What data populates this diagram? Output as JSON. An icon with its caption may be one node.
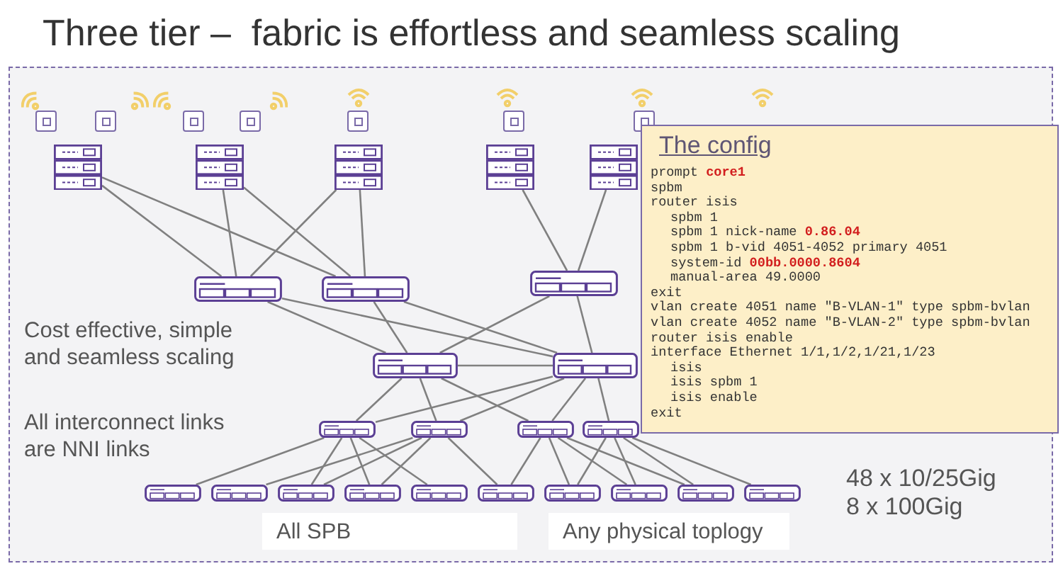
{
  "diagram": {
    "title": "Three tier –  fabric is effortless and seamless scaling",
    "nodes": [
      {
        "text": [],
        "shape": "box"
      },
      {
        "text": [],
        "shape": "box"
      },
      {
        "text": [],
        "shape": "box"
      },
      {
        "text": [],
        "shape": "box"
      },
      {
        "text": [],
        "shape": "box"
      },
      {
        "text": [],
        "shape": "box"
      },
      {
        "text": [],
        "shape": "box"
      },
      {
        "text": [],
        "shape": "box"
      },
      {
        "text": [],
        "shape": "box"
      },
      {
        "text": [],
        "shape": "box"
      },
      {
        "text": [],
        "shape": "box"
      },
      {
        "text": [],
        "shape": "box"
      },
      {
        "text": [],
        "shape": "box"
      },
      {
        "text": [],
        "shape": "box"
      },
      {
        "text": [],
        "shape": "box"
      },
      {
        "text": [],
        "shape": "box"
      },
      {
        "text": [],
        "shape": "box"
      },
      {
        "text": [],
        "shape": "box"
      },
      {
        "text": [],
        "shape": "box"
      },
      {
        "text": [],
        "shape": "box"
      },
      {
        "text": [],
        "shape": "box"
      },
      {
        "text": [],
        "shape": "box"
      },
      {
        "text": [],
        "shape": "box"
      },
      {
        "text": [],
        "shape": "box"
      },
      {
        "text": [
          "The config",
          "prompt **core1**",
          "spbm",
          "router isis",
          "spbm 1",
          "spbm 1 nick-name **0.86.04**",
          "spbm 1 b-vid 4051-4052 primary 4051",
          "system-id **00bb.0000.8604**",
          "manual-area 49.0000",
          "exit",
          "vlan create 4051 name \"B-VLAN-1\" type spbm-bvlan",
          "vlan create 4052 name \"B-VLAN-2\" type spbm-bvlan",
          "router isis enable",
          "interface Ethernet 1/1,1/2,1/21,1/23",
          "isis",
          "isis spbm 1",
          "isis enable",
          "exit"
        ]
      }
    ],
    "edges": [
      {
        "from": 0,
        "to": 5,
        "arrow": "none"
      },
      {
        "from": 0,
        "to": 6,
        "arrow": "none"
      },
      {
        "from": 1,
        "to": 5,
        "arrow": "none"
      },
      {
        "from": 1,
        "to": 6,
        "arrow": "none"
      },
      {
        "from": 2,
        "to": 5,
        "arrow": "none"
      },
      {
        "from": 2,
        "to": 6,
        "arrow": "none"
      },
      {
        "from": 3,
        "to": 7,
        "arrow": "none"
      },
      {
        "from": 4,
        "to": 7,
        "arrow": "none"
      },
      {
        "from": 5,
        "to": 8,
        "arrow": "none"
      },
      {
        "from": 5,
        "to": 9,
        "arrow": "none"
      },
      {
        "from": 6,
        "to": 8,
        "arrow": "none"
      },
      {
        "from": 6,
        "to": 9,
        "arrow": "none"
      },
      {
        "from": 7,
        "to": 8,
        "arrow": "none"
      },
      {
        "from": 7,
        "to": 9,
        "arrow": "none"
      },
      {
        "from": 8,
        "to": 9,
        "arrow": "none"
      },
      {
        "from": 8,
        "to": 10,
        "arrow": "none"
      },
      {
        "from": 8,
        "to": 11,
        "arrow": "none"
      },
      {
        "from": 8,
        "to": 12,
        "arrow": "none"
      },
      {
        "from": 9,
        "to": 10,
        "arrow": "none"
      },
      {
        "from": 9,
        "to": 11,
        "arrow": "none"
      },
      {
        "from": 9,
        "to": 12,
        "arrow": "none"
      },
      {
        "from": 9,
        "to": 13,
        "arrow": "none"
      },
      {
        "from": 10,
        "to": 14,
        "arrow": "none"
      },
      {
        "from": 10,
        "to": 16,
        "arrow": "none"
      },
      {
        "from": 10,
        "to": 17,
        "arrow": "none"
      },
      {
        "from": 10,
        "to": 18,
        "arrow": "none"
      },
      {
        "from": 11,
        "to": 15,
        "arrow": "none"
      },
      {
        "from": 11,
        "to": 16,
        "arrow": "none"
      },
      {
        "from": 11,
        "to": 17,
        "arrow": "none"
      },
      {
        "from": 11,
        "to": 19,
        "arrow": "none"
      },
      {
        "from": 12,
        "to": 19,
        "arrow": "none"
      },
      {
        "from": 12,
        "to": 20,
        "arrow": "none"
      },
      {
        "from": 12,
        "to": 21,
        "arrow": "none"
      },
      {
        "from": 12,
        "to": 22,
        "arrow": "none"
      },
      {
        "from": 13,
        "to": 20,
        "arrow": "none"
      },
      {
        "from": 13,
        "to": 21,
        "arrow": "none"
      },
      {
        "from": 13,
        "to": 22,
        "arrow": "none"
      },
      {
        "from": 13,
        "to": 23,
        "arrow": "none"
      }
    ],
    "labels": [
      "Cost effective, simple and seamless scaling",
      "All interconnect links are NNI links",
      "48 x 10/25Gig",
      "8 x 100Gig",
      "All SPB",
      "Any physical toplogy"
    ]
  }
}
